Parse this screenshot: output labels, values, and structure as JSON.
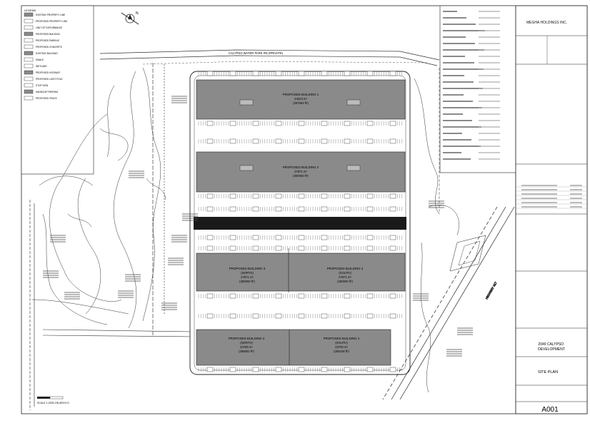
{
  "legend": {
    "heading": "LEGEND",
    "rows": [
      "EXISTING PROPERTY LINE",
      "PROPOSED PROPERTY LINE",
      "LIMIT OF DISTURBANCE",
      "PROPOSED BUILDING",
      "PROPOSED PARKING",
      "PROPOSED CONCRETE",
      "EXISTING BUILDING",
      "SWALE",
      "WETLAND",
      "PROPOSED HYDRANT",
      "PROPOSED LIGHT POLE",
      "STOP SIGN",
      "HANDICAP PARKING",
      "PROPOSED FENCE"
    ]
  },
  "north_arrow": "N",
  "road_label": "CALYPSO WATER PARK RD (PRIVATE)",
  "highway_label": "HIGHWAY 417",
  "buildings": {
    "b1": {
      "name": "PROPOSED BUILDING 1",
      "area_m": "24023 m²",
      "area_ft": "(257593 ft²)"
    },
    "b2": {
      "name": "PROPOSED BUILDING 2",
      "area_m": "27871 m²",
      "area_ft": "(300000 ft²)"
    },
    "b3n": {
      "name": "PROPOSED BUILDING 3",
      "side": "(NORTH)",
      "area_m": "27871 m²",
      "area_ft": "(300000 ft²)"
    },
    "b3s": {
      "name": "PROPOSED BUILDING 3",
      "side": "(SOUTH)",
      "area_m": "27871 m²",
      "area_ft": "(300000 ft²)"
    },
    "b4n": {
      "name": "PROPOSED BUILDING 4",
      "side": "(NORTH)",
      "area_m": "23780 m²",
      "area_ft": "(256002 ft²)"
    },
    "b4s": {
      "name": "PROPOSED BUILDING 4",
      "side": "(SOUTH)",
      "area_m": "23700 m²",
      "area_ft": "(255108 ft²)"
    }
  },
  "scale_note": "SCALE 1:2000 ON ARCH D",
  "title_block": {
    "client": "MEGHA HOLDINGS INC.",
    "project": "2049 CALYPSO DEVELOPMENT",
    "sheet_title": "SITE PLAN",
    "sheet_number": "A001"
  },
  "colors": {
    "building_fill": "#8a8a8a",
    "dark_fill": "#1a1a1a",
    "line": "#222222"
  }
}
